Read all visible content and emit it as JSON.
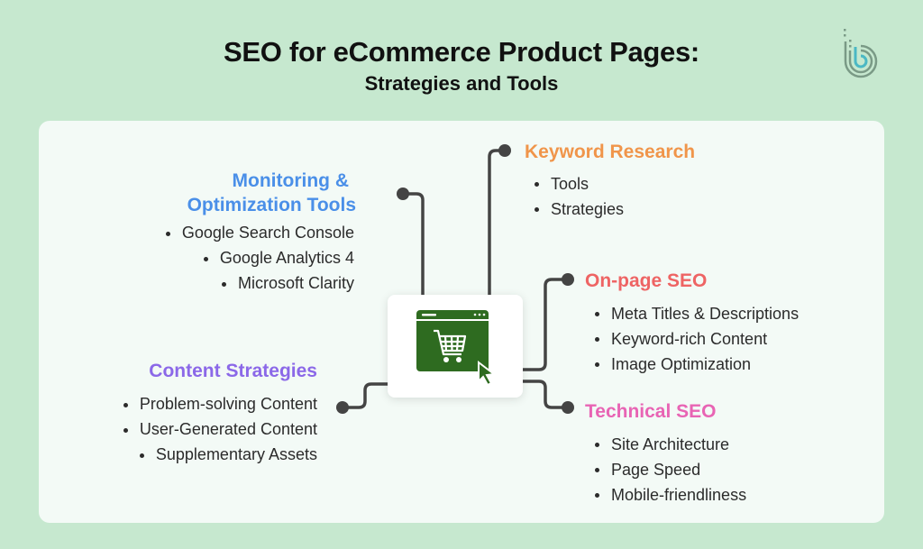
{
  "header": {
    "title": "SEO for eCommerce Product Pages:",
    "subtitle": "Strategies and Tools",
    "logo_icon": "brand-b-logo-icon"
  },
  "center": {
    "icon": "browser-shopping-cart-icon",
    "color": "#2e6b20"
  },
  "connector_color": "#444444",
  "branches": {
    "monitoring": {
      "title_line1": "Monitoring &",
      "title_line2": "Optimization Tools",
      "color": "#4a8fe8",
      "items": [
        "Google Search Console",
        "Google Analytics 4",
        "Microsoft Clarity"
      ]
    },
    "keyword": {
      "title": "Keyword Research",
      "color": "#f0954a",
      "items": [
        "Tools",
        "Strategies"
      ]
    },
    "onpage": {
      "title": "On-page SEO",
      "color": "#ee6464",
      "items": [
        "Meta Titles & Descriptions",
        "Keyword-rich Content",
        "Image Optimization"
      ]
    },
    "technical": {
      "title": "Technical SEO",
      "color": "#e864b4",
      "items": [
        "Site Architecture",
        "Page Speed",
        "Mobile-friendliness"
      ]
    },
    "content": {
      "title": "Content Strategies",
      "color": "#8b68e8",
      "items": [
        "Problem-solving Content",
        "User-Generated Content",
        "Supplementary Assets"
      ]
    }
  }
}
